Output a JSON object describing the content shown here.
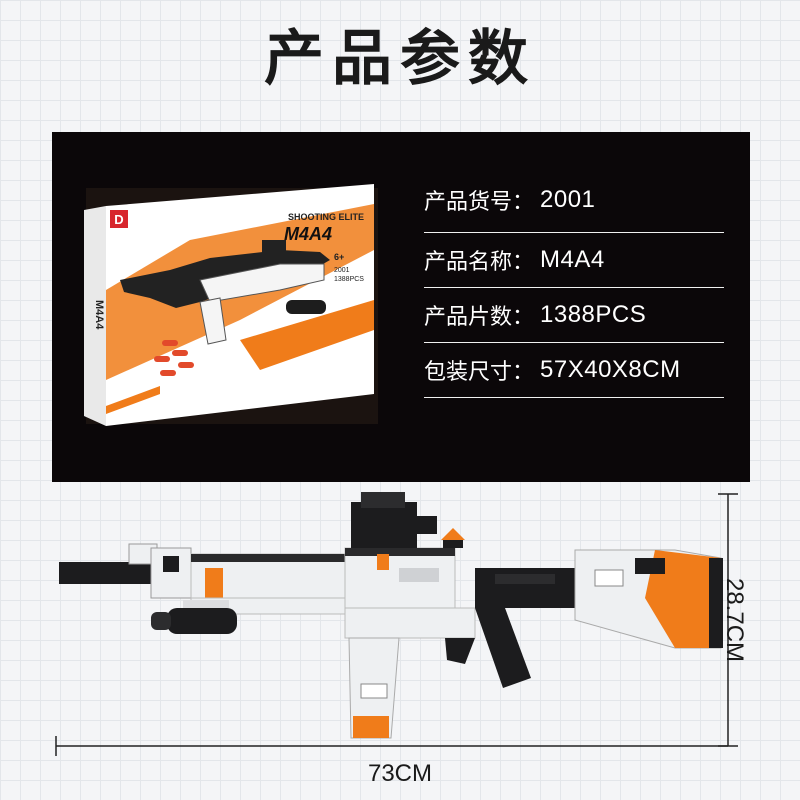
{
  "title": "产品参数",
  "box": {
    "brand_small": "SHOOTING ELITE",
    "model_large": "M4A4",
    "model_side": "M4A4",
    "age": "6+",
    "item_no": "2001",
    "pcs": "1388PCS",
    "logo_letter": "D"
  },
  "specs": [
    {
      "label": "产品货号：",
      "value": "2001"
    },
    {
      "label": "产品名称：",
      "value": "M4A4"
    },
    {
      "label": "产品片数：",
      "value": "1388PCS"
    },
    {
      "label": "包装尺寸：",
      "value": "57X40X8CM"
    }
  ],
  "dimensions": {
    "height": "28.7CM",
    "length": "73CM"
  },
  "colors": {
    "accent_orange": "#f07c1a",
    "panel_bg": "#0b0709",
    "brick_white": "#eef0f2",
    "brick_black": "#1c1c1e"
  }
}
